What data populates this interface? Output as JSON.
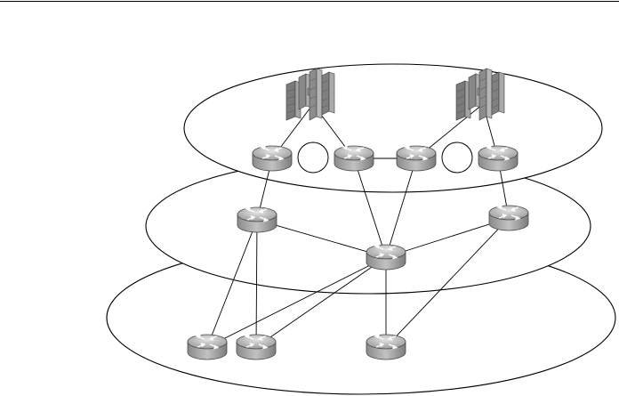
{
  "colors": {
    "ring_stroke": "#000000",
    "link_stroke": "#000000",
    "router_body": "#b9b9b9",
    "router_top": "#d6d6d6",
    "router_edge": "#4a4a4a",
    "server_front": "#9a9a9a",
    "server_side": "#6e6e6e",
    "server_top": "#c4c4c4"
  },
  "icons": {
    "router": "router-icon",
    "server_cluster": "server-cluster-icon"
  },
  "diagram": {
    "layers": [
      "core-layer",
      "distribution-layer",
      "access-layer"
    ],
    "nodes": [
      {
        "id": "c1",
        "type": "router",
        "layer": "core-layer"
      },
      {
        "id": "c2",
        "type": "router",
        "layer": "core-layer"
      },
      {
        "id": "c3",
        "type": "router",
        "layer": "core-layer"
      },
      {
        "id": "c4",
        "type": "router",
        "layer": "core-layer"
      },
      {
        "id": "srv-left",
        "type": "server_cluster",
        "layer": "core-layer"
      },
      {
        "id": "srv-right",
        "type": "server_cluster",
        "layer": "core-layer"
      },
      {
        "id": "d1",
        "type": "router",
        "layer": "distribution-layer"
      },
      {
        "id": "d2",
        "type": "router",
        "layer": "distribution-layer"
      },
      {
        "id": "d3",
        "type": "router",
        "layer": "distribution-layer"
      },
      {
        "id": "a1",
        "type": "router",
        "layer": "access-layer"
      },
      {
        "id": "a2",
        "type": "router",
        "layer": "access-layer"
      },
      {
        "id": "a3",
        "type": "router",
        "layer": "access-layer"
      }
    ],
    "links": [
      [
        "srv-left",
        "c1"
      ],
      [
        "srv-left",
        "c2"
      ],
      [
        "srv-right",
        "c3"
      ],
      [
        "srv-right",
        "c4"
      ],
      [
        "c2",
        "c3"
      ],
      [
        "c1",
        "d1"
      ],
      [
        "c2",
        "d2"
      ],
      [
        "c3",
        "d2"
      ],
      [
        "c4",
        "d3"
      ],
      [
        "d1",
        "d2"
      ],
      [
        "d2",
        "d3"
      ],
      [
        "d1",
        "a1"
      ],
      [
        "d1",
        "a2"
      ],
      [
        "d2",
        "a1"
      ],
      [
        "d2",
        "a2"
      ],
      [
        "d2",
        "a3"
      ],
      [
        "d3",
        "a3"
      ]
    ],
    "loops": [
      [
        "c1",
        "c2"
      ],
      [
        "c3",
        "c4"
      ]
    ]
  }
}
